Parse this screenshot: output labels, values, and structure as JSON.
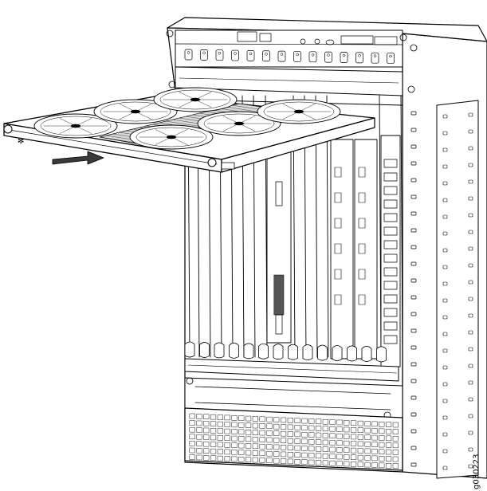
{
  "figure": {
    "id": "g030223"
  },
  "colors": {
    "ink": "#000000",
    "paper": "#ffffff",
    "shade": "#d9d9d9",
    "dark": "#3a3a3a"
  },
  "parts": {
    "arrow": "insert-direction-arrow",
    "tray": "fan-tray",
    "chassis": "router-chassis"
  }
}
